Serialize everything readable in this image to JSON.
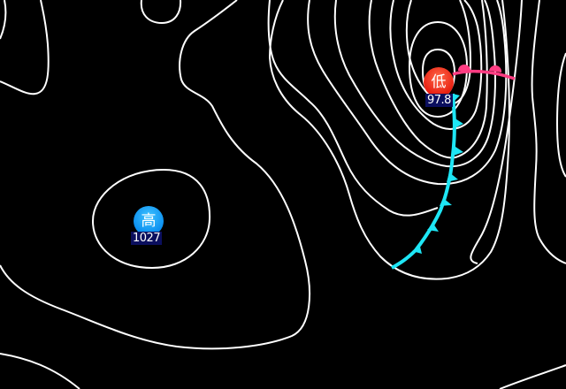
{
  "map": {
    "background": "#000000",
    "isobar_color": "#ffffff",
    "pressure_systems": [
      {
        "type": "high",
        "symbol": "高",
        "pressure": "1027",
        "color": "#0a8ef0"
      },
      {
        "type": "low",
        "symbol": "低",
        "pressure": "97.8",
        "color": "#e81e10"
      }
    ],
    "fronts": [
      {
        "type": "cold-front",
        "color": "#1ee6f5"
      },
      {
        "type": "warm-front",
        "color": "#ff3c82"
      }
    ]
  }
}
